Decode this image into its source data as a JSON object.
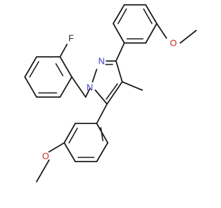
{
  "atom_labels": {
    "fluorine": "F",
    "nitrogen_1": "N",
    "nitrogen_2": "N",
    "oxygen_top": "O",
    "oxygen_bottom": "O"
  },
  "colors": {
    "bond": "#1a1a1a",
    "nitrogen": "#3333cc",
    "oxygen": "#cc2222",
    "fluorine": "#2b2b2b",
    "background": "#ffffff"
  }
}
